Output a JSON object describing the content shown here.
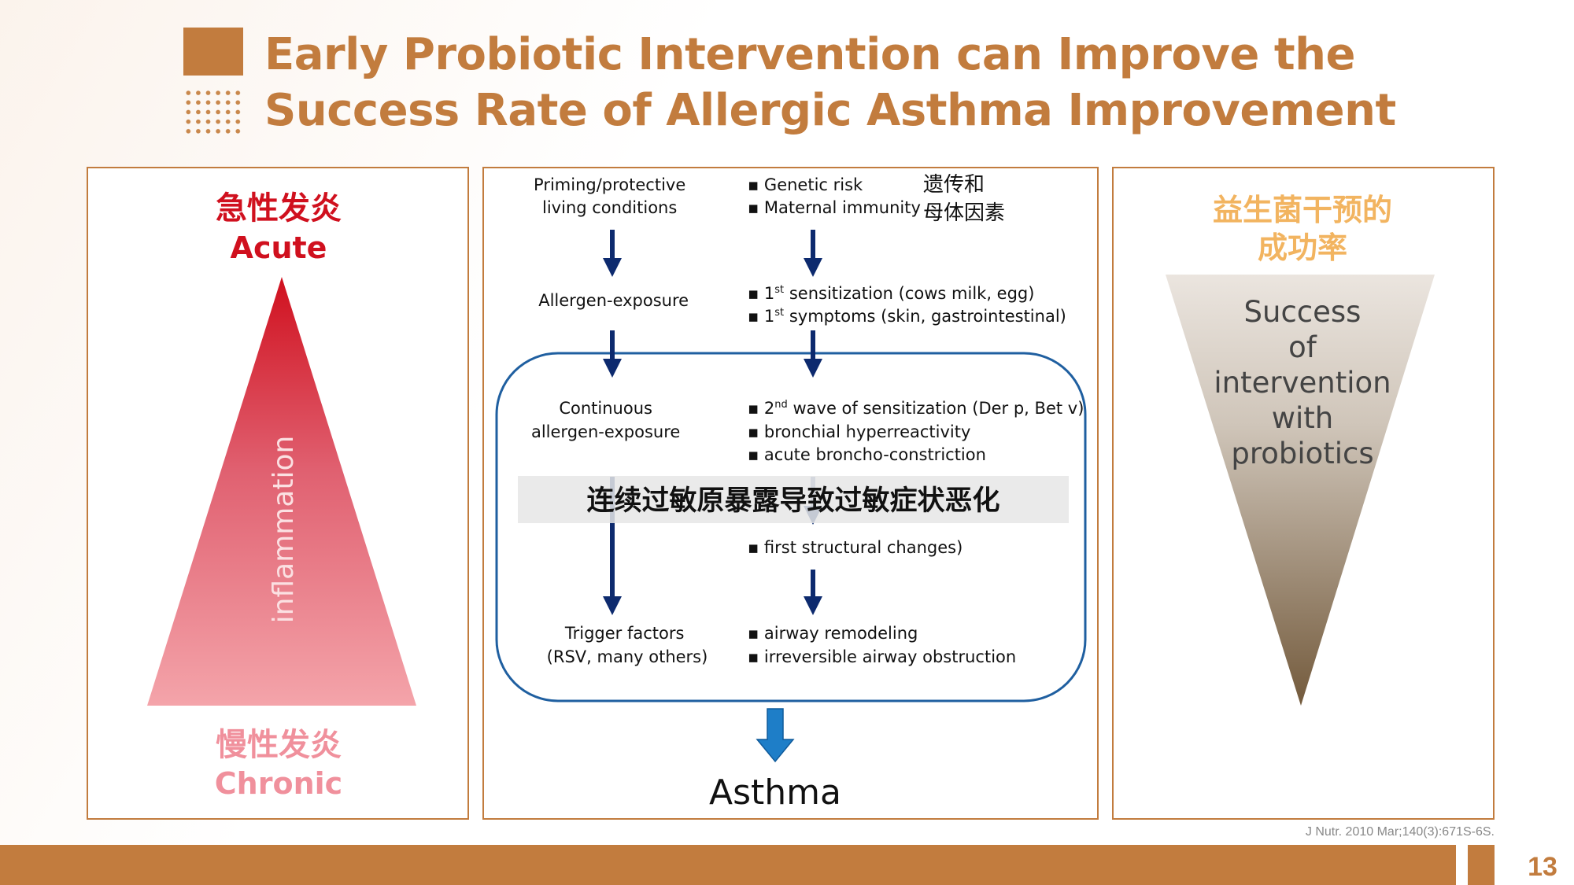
{
  "title": {
    "line1": "Early Probiotic Intervention can Improve the",
    "line2": "Success Rate of Allergic Asthma Improvement"
  },
  "left_panel": {
    "acute_cn": "急性发炎",
    "acute_en": "Acute",
    "triangle_label": "inflammation",
    "chronic_cn": "慢性发炎",
    "chronic_en": "Chronic"
  },
  "middle_panel": {
    "left_col": {
      "priming_1": "Priming/protective",
      "priming_2": "living conditions",
      "allergen": "Allergen-exposure",
      "continuous_1": "Continuous",
      "continuous_2": "allergen-exposure",
      "trigger_1": "Trigger factors",
      "trigger_2": "(RSV, many others)"
    },
    "right_col": {
      "genetic": "Genetic risk",
      "maternal": "Maternal immunity",
      "cn_1": "遗传和",
      "cn_2": "母体因素",
      "sens1_sup": "st",
      "sens1": "sensitization (cows milk, egg)",
      "sympt_sup": "st",
      "sympt": "symptoms (skin, gastrointestinal)",
      "wave_sup": "nd",
      "wave": "wave of sensitization (Der p, Bet v)",
      "bronchial": "bronchial hyperreactivity",
      "acute": "acute broncho-constriction",
      "structural": "first structural changes)",
      "remodel": "airway remodeling",
      "irreversible": "irreversible airway obstruction"
    },
    "band_text": "连续过敏原暴露导致过敏症状恶化",
    "outcome": "Asthma"
  },
  "right_panel": {
    "heading_1": "益生菌干预的",
    "heading_2": "成功率",
    "lines": [
      "Success",
      "of",
      "intervention",
      "with",
      "probiotics"
    ]
  },
  "citation": "J Nutr. 2010 Mar;140(3):671S-6S.",
  "page_number": "13",
  "colors": {
    "accent": "#c27c3e",
    "acute": "#d0101e",
    "chronic": "#f0909c",
    "arrow": "#0d2a6e",
    "box": "#1f5fa0"
  }
}
